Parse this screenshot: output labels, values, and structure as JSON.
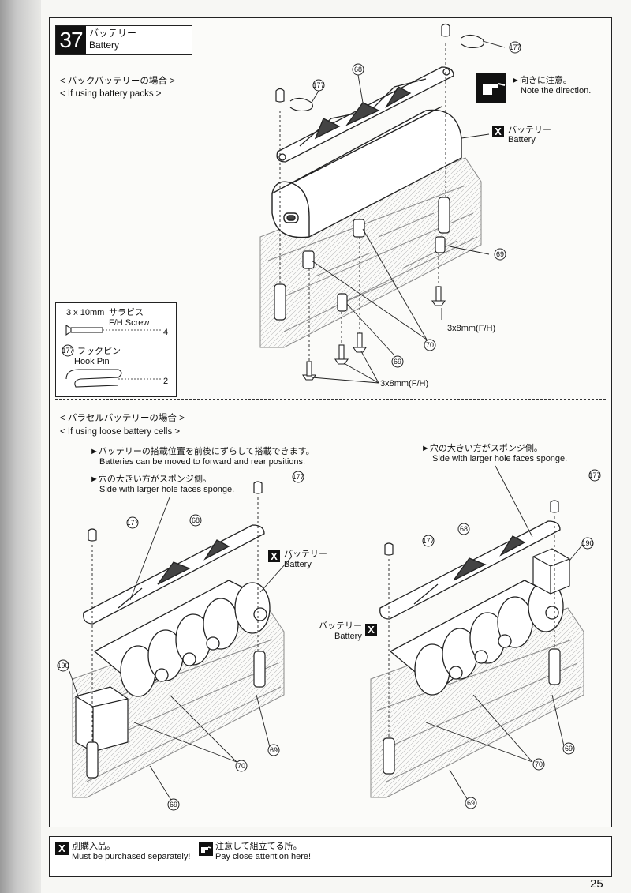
{
  "step": {
    "number": "37",
    "title_jp": "バッテリー",
    "title_en": "Battery"
  },
  "section1": {
    "heading_jp": "< バックバッテリーの場合 >",
    "heading_en": "< If using battery packs >",
    "note_jp": "►向きに注意。",
    "note_en": "Note the direction.",
    "battery_jp": "バッテリー",
    "battery_en": "Battery",
    "screw1": "3x8mm(F/H)",
    "screw2": "3x8mm(F/H)",
    "parts": [
      "177",
      "68",
      "177",
      "69",
      "70",
      "69"
    ]
  },
  "legend": {
    "screw_size": "3 x 10mm",
    "screw_jp": "サラビス",
    "screw_en": "F/H Screw",
    "screw_qty": "4",
    "pin_num": "177",
    "pin_jp": "フックピン",
    "pin_en": "Hook Pin",
    "pin_qty": "2"
  },
  "section2": {
    "heading_jp": "< バラセルバッテリーの場合 >",
    "heading_en": "< If using loose battery cells >",
    "note1_jp": "►バッテリーの搭載位置を前後にずらして搭載できます。",
    "note1_en": "Batteries can be moved to forward and rear positions.",
    "note2_jp": "►穴の大きい方がスポンジ側。",
    "note2_en": "Side with larger hole faces sponge.",
    "note3_jp": "►穴の大きい方がスポンジ側。",
    "note3_en": "Side with larger hole faces sponge.",
    "battery_left_jp": "バッテリー",
    "battery_left_en": "Battery",
    "battery_right_jp": "バッテリー",
    "battery_right_en": "Battery",
    "parts_left": [
      "177",
      "177",
      "68",
      "190",
      "70",
      "69",
      "69"
    ],
    "parts_right": [
      "177",
      "177",
      "68",
      "190",
      "70",
      "69",
      "69"
    ]
  },
  "footer": {
    "separate_jp": "別購入品。",
    "separate_en": "Must be purchased separately!",
    "attention_jp": "注意して組立てる所。",
    "attention_en": "Pay close attention here!"
  },
  "page_number": "25",
  "icons": {
    "separate": "x-box-icon",
    "attention": "pointing-hand-icon"
  }
}
